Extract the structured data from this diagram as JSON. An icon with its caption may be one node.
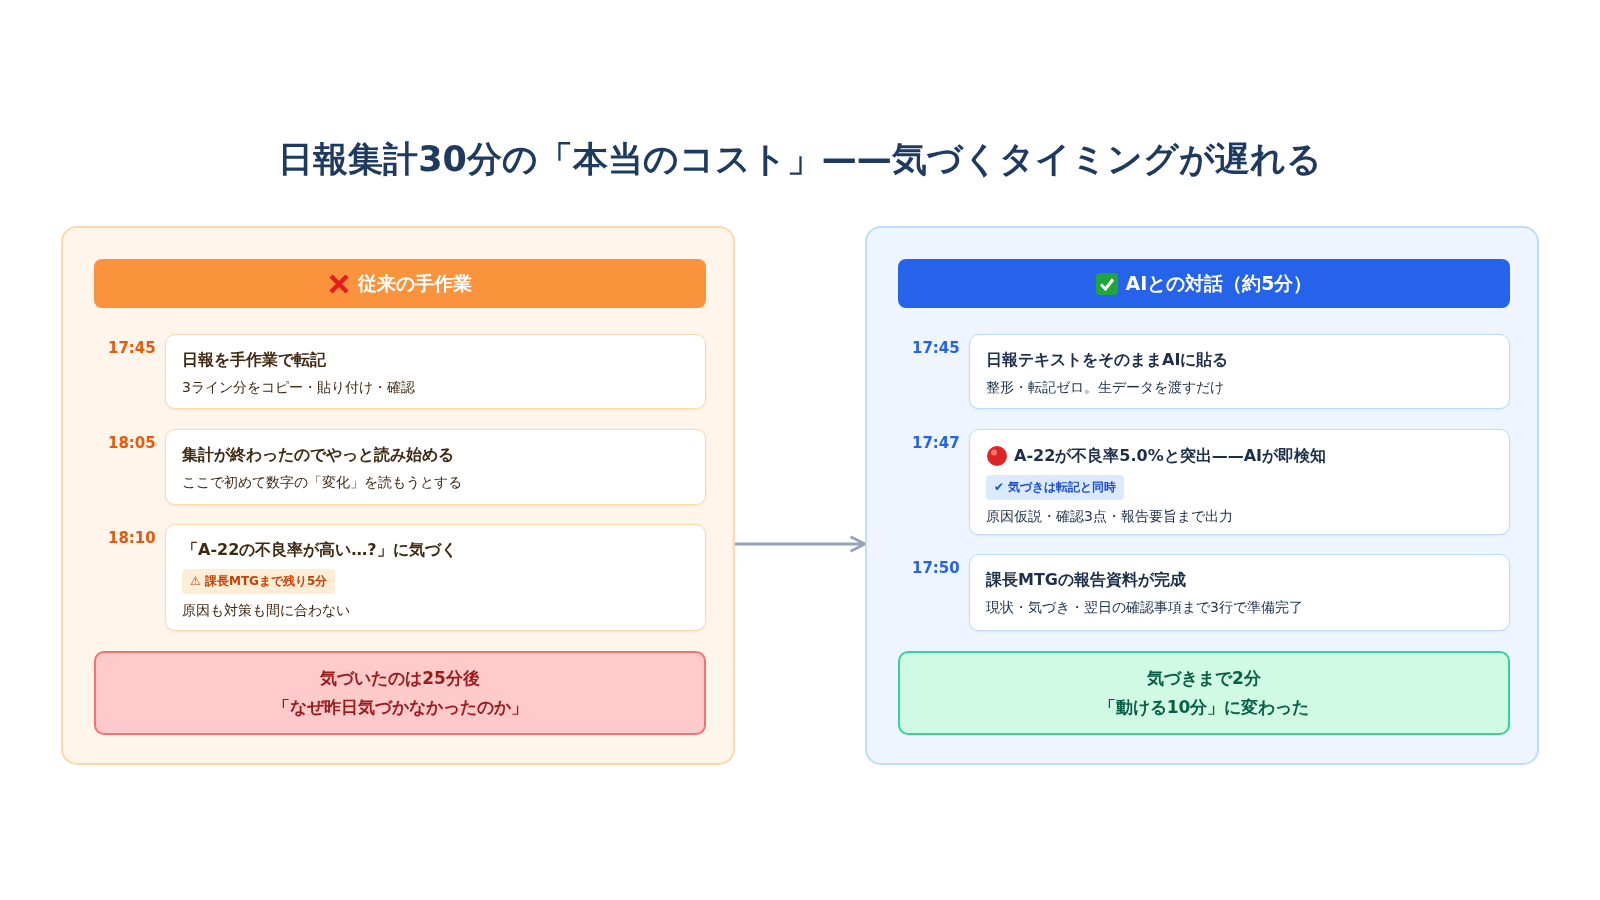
{
  "diagram": {
    "title": "日報集計30分の「本当のコスト」——気づくタイミングが遅れる",
    "nodes": [
      {
        "text": [],
        "shape": "box"
      },
      {
        "text": [
          "従来の手作業"
        ],
        "in": 0
      },
      {
        "text": [
          "日報を手作業で転記",
          "3ライン分をコピー・貼り付け・確認"
        ],
        "beside": [
          "17:45"
        ],
        "in": 0
      },
      {
        "text": [
          "集計が終わったのでやっと読み始める",
          "ここで初めて数字の「変化」を読もうとする"
        ],
        "beside": [
          "18:05"
        ],
        "in": 0
      },
      {
        "text": [
          "「A-22の不良率が高い…?」に気づく",
          "原因も対策も間に合わない"
        ],
        "beside": [
          "18:10"
        ],
        "in": 0
      },
      {
        "text": [
          "⚠ 課長MTGまで残り5分"
        ],
        "in": 4
      },
      {
        "text": [
          "気づいたのは25分後",
          "「なぜ昨日気づかなかったのか」"
        ],
        "in": 0
      },
      {
        "text": [],
        "shape": "box"
      },
      {
        "text": [
          "AIとの対話（約5分）"
        ],
        "in": 7
      },
      {
        "text": [
          "日報テキストをそのままAIに貼る",
          "整形・転記ゼロ。生データを渡すだけ"
        ],
        "beside": [
          "17:45"
        ],
        "in": 7
      },
      {
        "text": [
          "A-22が不良率5.0%と突出——AIが即検知",
          "原因仮説・確認3点・報告要旨まで出力"
        ],
        "beside": [
          "17:47"
        ],
        "in": 7
      },
      {
        "text": [
          "✔ 気づきは転記と同時"
        ],
        "in": 10
      },
      {
        "text": [
          "課長MTGの報告資料が完成",
          "現状・気づき・翌日の確認事項まで3行で準備完了"
        ],
        "beside": [
          "17:50"
        ],
        "in": 7
      },
      {
        "text": [
          "気づきまで2分",
          "「動ける10分」に変わった"
        ],
        "in": 7
      }
    ],
    "edges": [
      {
        "from": 0,
        "to": 7,
        "arrow": "to",
        "color": "#94a3b8"
      }
    ]
  }
}
